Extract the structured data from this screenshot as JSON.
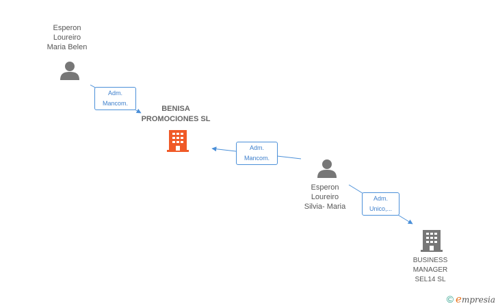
{
  "nodes": {
    "person_belen": {
      "name": "Esperon\nLoureiro\nMaria Belen"
    },
    "company_benisa": {
      "name": "BENISA\nPROMOCIONES SL"
    },
    "person_silvia": {
      "name": "Esperon\nLoureiro\nSilvia-  Maria"
    },
    "company_business": {
      "name": "BUSINESS\nMANAGER\nSEL14  SL"
    }
  },
  "edges": {
    "belen_to_benisa": {
      "label": "Adm.\nMancom."
    },
    "silvia_to_benisa": {
      "label": "Adm.\nMancom."
    },
    "silvia_to_business": {
      "label": "Adm.\nUnico,..."
    }
  },
  "colors": {
    "edge": "#4a8fd8",
    "person_icon": "#777777",
    "company_main": "#f05a28",
    "company_other": "#777777"
  },
  "footer": {
    "copyright": "©",
    "brand_initial": "e",
    "brand_rest": "mpresia"
  }
}
